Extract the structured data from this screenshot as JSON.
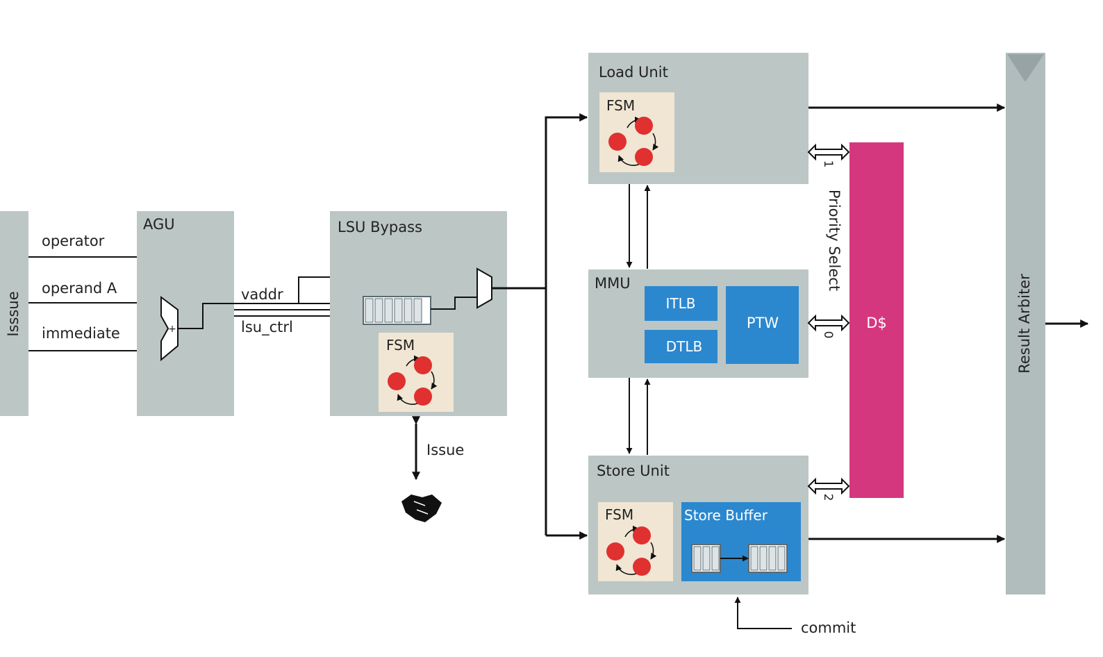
{
  "colors": {
    "block_gray": "#bcc6c5",
    "fsm_bg": "#f0e6d3",
    "state_red": "#e03030",
    "blue": "#2b88cf",
    "dcache_pink": "#d5377f",
    "arbiter_gray": "#b1bcbd",
    "queue_cell": "#dde4e6"
  },
  "blocks": {
    "issue_bar": "Isssue",
    "agu": "AGU",
    "lsu_bypass": "LSU Bypass",
    "load_unit": "Load Unit",
    "mmu": "MMU",
    "store_unit": "Store Unit",
    "itlb": "ITLB",
    "dtlb": "DTLB",
    "ptw": "PTW",
    "store_buffer": "Store Buffer",
    "dcache": "D$",
    "result_arbiter": "Result Arbiter"
  },
  "fsm_label": "FSM",
  "signals": {
    "operator": "operator",
    "operand_a": "operand A",
    "immediate": "immediate",
    "vaddr": "vaddr",
    "lsu_ctrl": "lsu_ctrl",
    "issue_handshake": "Issue",
    "commit": "commit",
    "adder_symbol": "+"
  },
  "priority": {
    "title": "Priority Select",
    "port_load": "1",
    "port_mmu": "0",
    "port_store": "2"
  },
  "icons": [
    "handshake-icon",
    "fsm-state-icon",
    "fifo-queue-icon",
    "mux-icon",
    "adder-icon"
  ]
}
